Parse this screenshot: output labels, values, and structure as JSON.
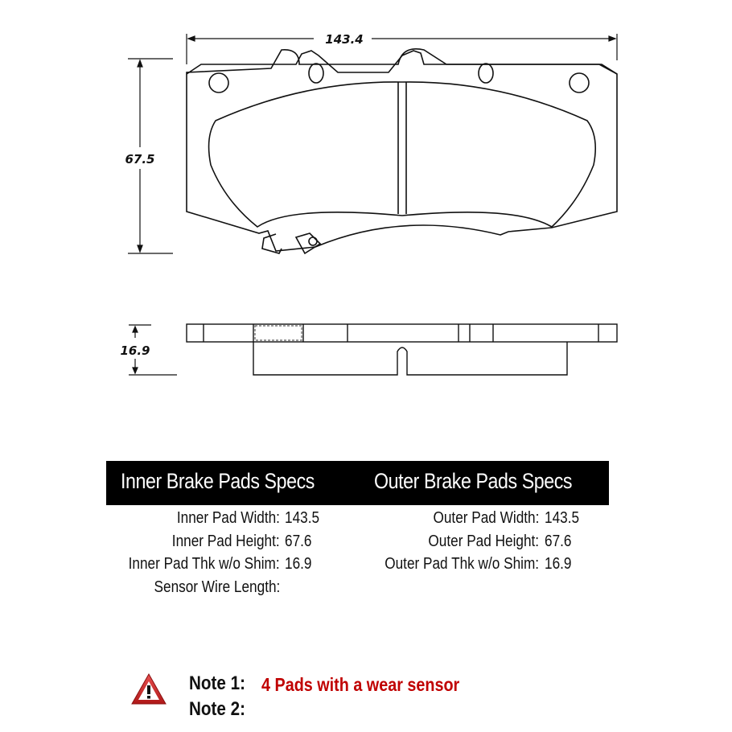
{
  "drawing": {
    "width_dimension": "143.4",
    "height_dimension": "67.5",
    "thickness_dimension": "16.9"
  },
  "specs": {
    "inner": {
      "title": "Inner Brake Pads Specs",
      "rows": [
        {
          "label": "Inner Pad Width:",
          "value": "143.5"
        },
        {
          "label": "Inner Pad Height:",
          "value": "67.6"
        },
        {
          "label": "Inner Pad Thk w/o Shim:",
          "value": "16.9"
        },
        {
          "label": "Sensor Wire Length:",
          "value": ""
        }
      ]
    },
    "outer": {
      "title": "Outer Brake Pads Specs",
      "rows": [
        {
          "label": "Outer Pad Width:",
          "value": "143.5"
        },
        {
          "label": "Outer Pad Height:",
          "value": "67.6"
        },
        {
          "label": "Outer Pad Thk w/o Shim:",
          "value": "16.9"
        }
      ]
    }
  },
  "notes": {
    "icon": "warning-triangle-icon",
    "note1_label": "Note 1:",
    "note1_text": "4 Pads with a wear sensor",
    "note2_label": "Note 2:",
    "note2_text": "",
    "note_color": "#c00000"
  }
}
